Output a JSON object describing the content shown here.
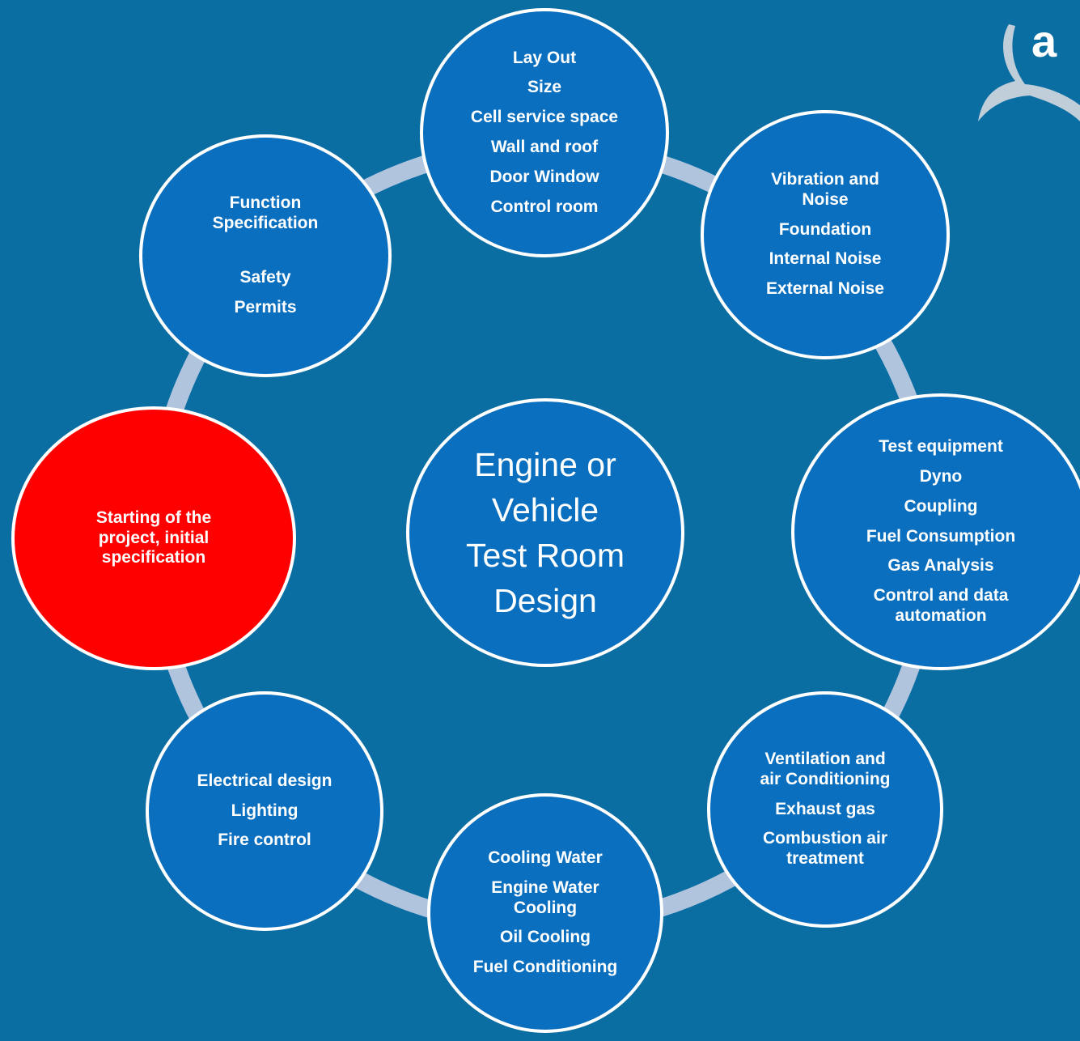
{
  "center": {
    "lines": [
      "Engine or",
      "Vehicle",
      "Test Room",
      "Design"
    ]
  },
  "nodes": {
    "layout": {
      "lines": [
        "Lay Out",
        "Size",
        "Cell service space",
        "Wall and roof",
        "Door Window",
        "Control room"
      ]
    },
    "vibration": {
      "lines": [
        "Vibration and\nNoise",
        "Foundation",
        "Internal Noise",
        "External Noise"
      ]
    },
    "test_equipment": {
      "lines": [
        "Test equipment",
        "Dyno",
        "Coupling",
        "Fuel Consumption",
        "Gas Analysis",
        "Control and data\nautomation"
      ]
    },
    "ventilation": {
      "lines": [
        "Ventilation and\nair Conditioning",
        "Exhaust gas",
        "Combustion air\ntreatment"
      ]
    },
    "cooling": {
      "lines": [
        "Cooling Water",
        "Engine Water\nCooling",
        "Oil Cooling",
        "Fuel Conditioning"
      ]
    },
    "electrical": {
      "lines": [
        "Electrical design",
        "Lighting",
        "Fire control"
      ]
    },
    "starting": {
      "lines": [
        "Starting of the\nproject, initial\nspecification"
      ]
    },
    "function": {
      "lines": [
        "Function\nSpecification",
        "Safety",
        "Permits"
      ]
    }
  },
  "logo": {
    "letter": "a"
  },
  "colors": {
    "background": "#0b6ea3",
    "node_fill": "#0a6fbf",
    "highlight": "#ff0000",
    "ring": "#b0c4de",
    "border": "#ffffff"
  }
}
